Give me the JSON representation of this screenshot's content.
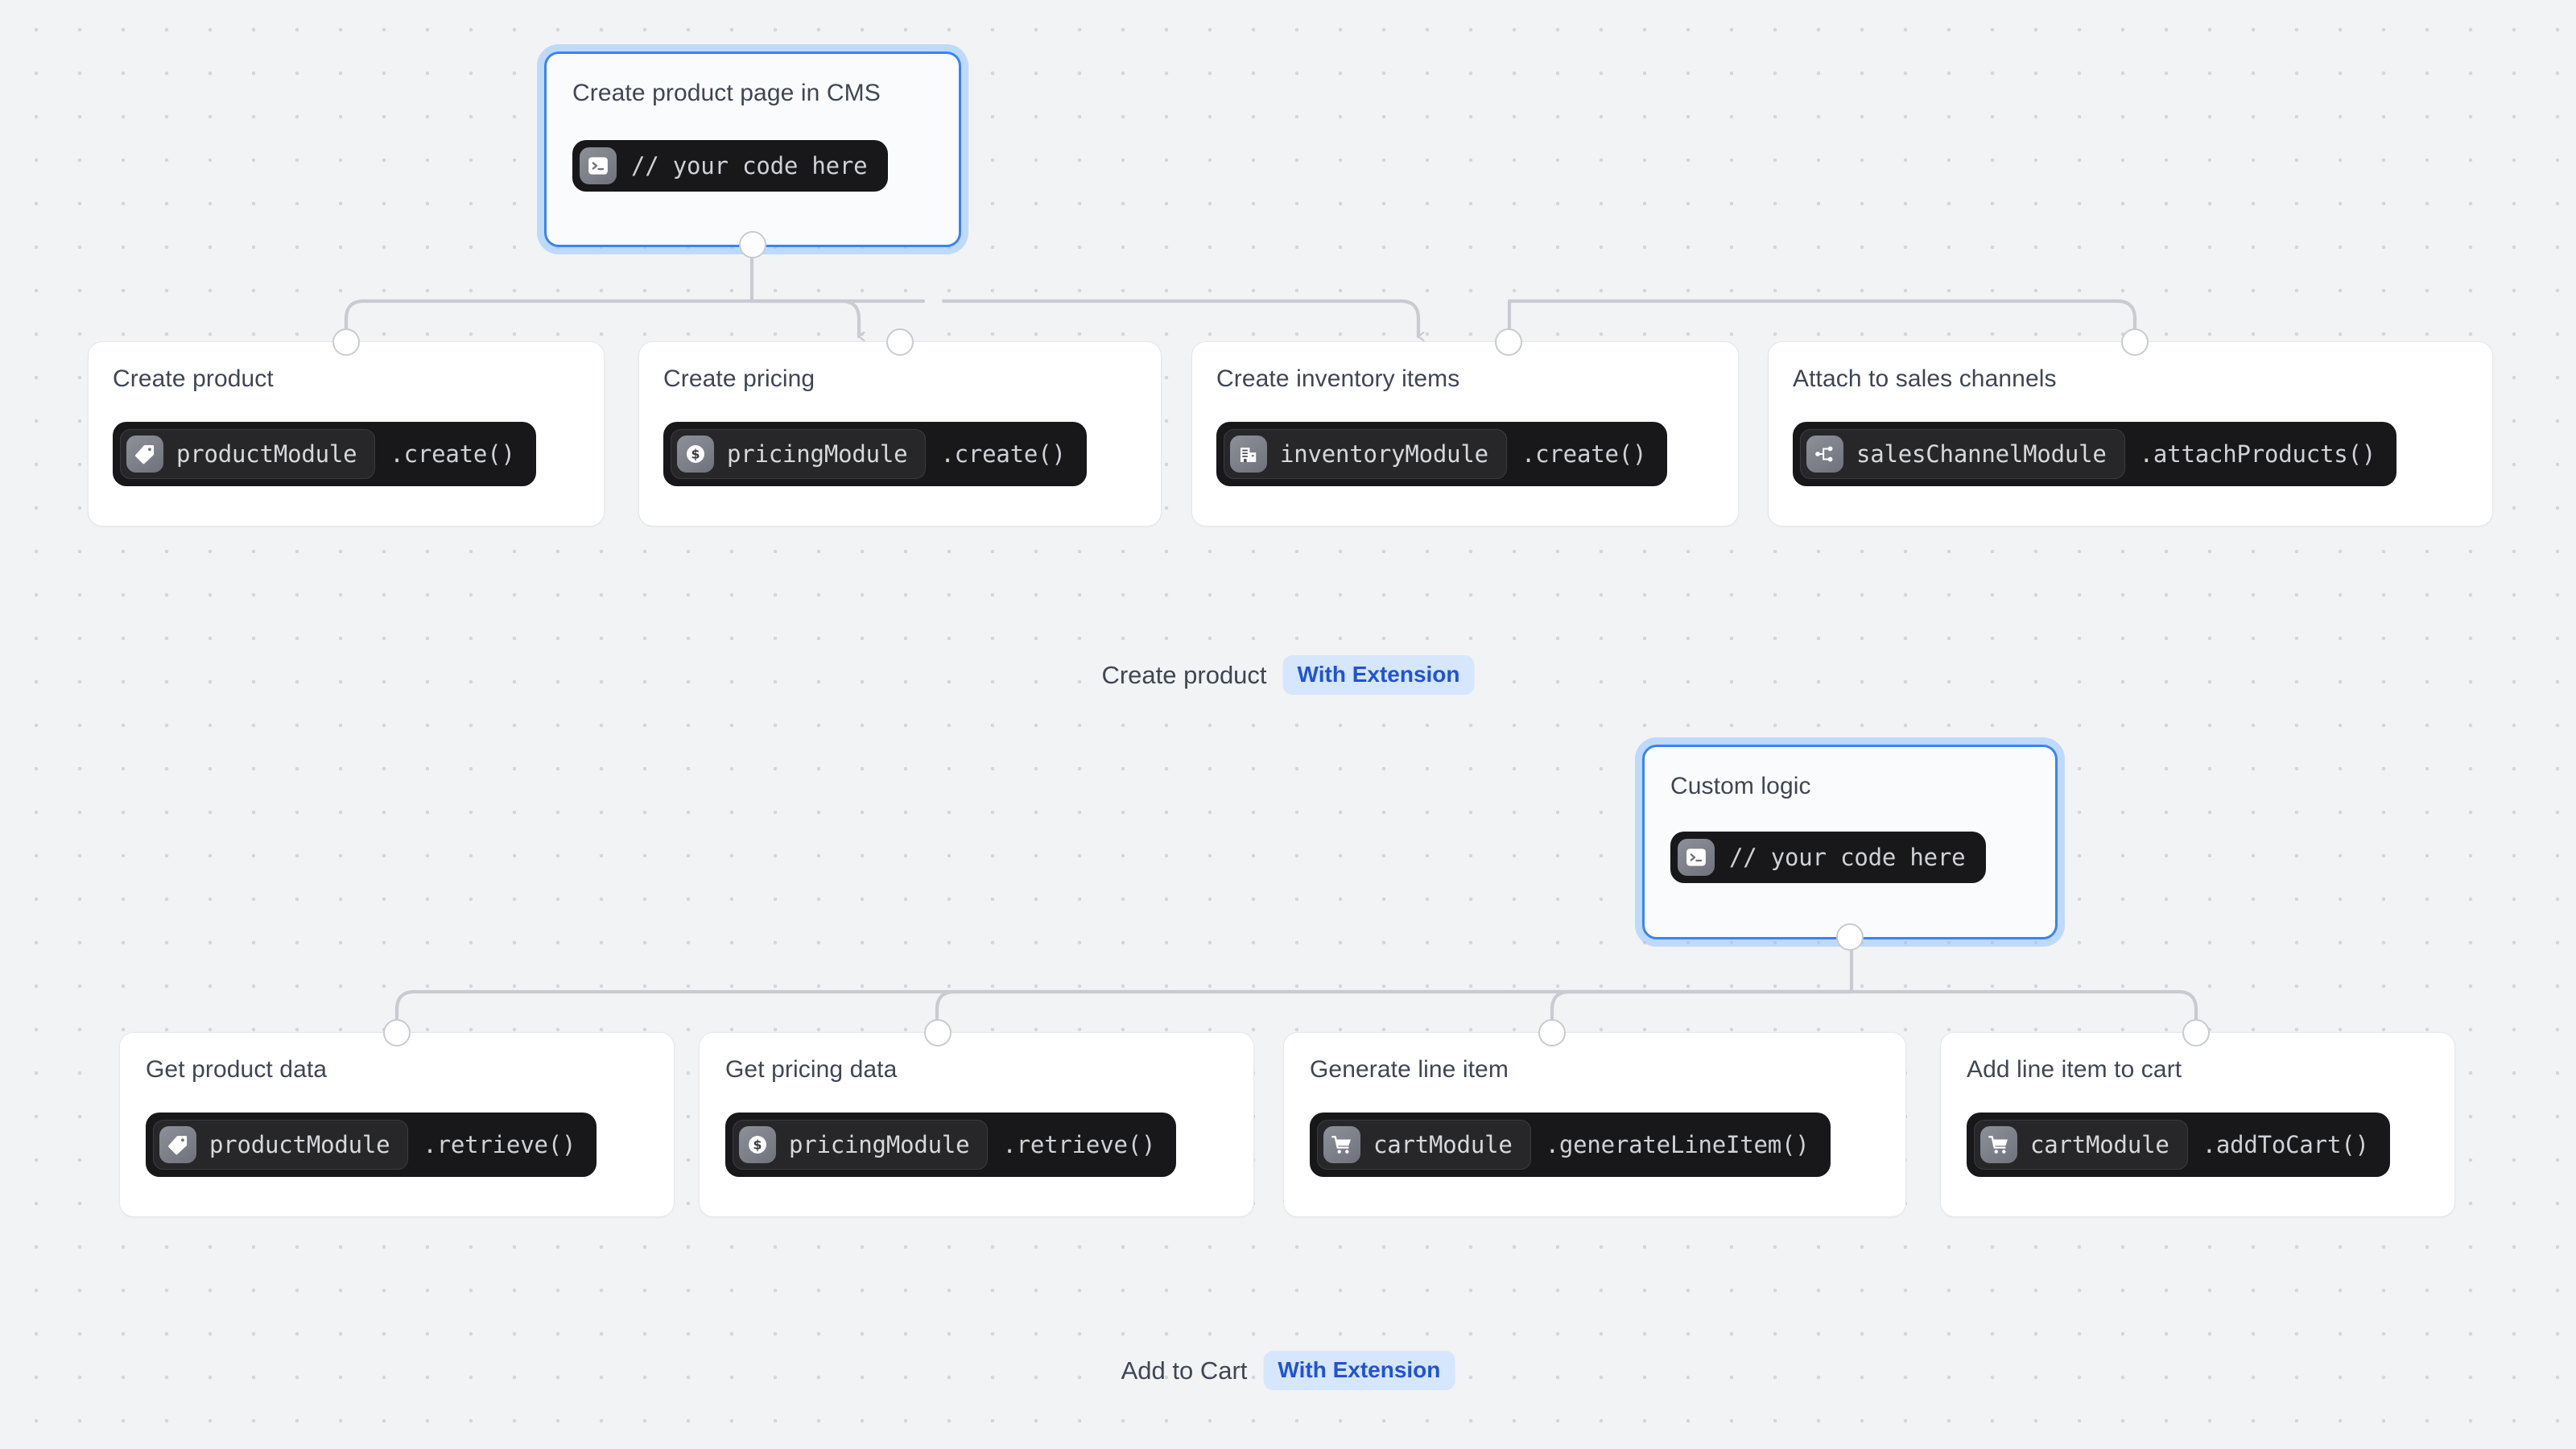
{
  "canvas": {
    "background_color": "#f2f3f5",
    "dot_color": "#d4d6da",
    "accent_color": "#3b82f6",
    "badge_bg": "#d6e6fd",
    "badge_text_color": "#1f53d6"
  },
  "flows": [
    {
      "id": "create-product",
      "caption": {
        "text": "Create product",
        "badge": "With Extension"
      },
      "source": {
        "title": "Create product page in CMS",
        "code_comment": "// your code here",
        "icon": "terminal-icon",
        "selected": true
      },
      "steps": [
        {
          "title": "Create product",
          "module": "productModule",
          "method": ".create()",
          "icon": "tag-icon"
        },
        {
          "title": "Create pricing",
          "module": "pricingModule",
          "method": ".create()",
          "icon": "dollar-coin-icon"
        },
        {
          "title": "Create inventory items",
          "module": "inventoryModule",
          "method": ".create()",
          "icon": "warehouse-icon"
        },
        {
          "title": "Attach to sales channels",
          "module": "salesChannelModule",
          "method": ".attachProducts()",
          "icon": "sitemap-icon"
        }
      ]
    },
    {
      "id": "add-to-cart",
      "caption": {
        "text": "Add to Cart",
        "badge": "With Extension"
      },
      "source": {
        "title": "Custom logic",
        "code_comment": "// your code here",
        "icon": "terminal-icon",
        "selected": true
      },
      "steps": [
        {
          "title": "Get product data",
          "module": "productModule",
          "method": ".retrieve()",
          "icon": "tag-icon"
        },
        {
          "title": "Get pricing data",
          "module": "pricingModule",
          "method": ".retrieve()",
          "icon": "dollar-coin-icon"
        },
        {
          "title": "Generate line item",
          "module": "cartModule",
          "method": ".generateLineItem()",
          "icon": "cart-icon"
        },
        {
          "title": "Add line item to cart",
          "module": "cartModule",
          "method": ".addToCart()",
          "icon": "cart-icon"
        }
      ]
    }
  ]
}
